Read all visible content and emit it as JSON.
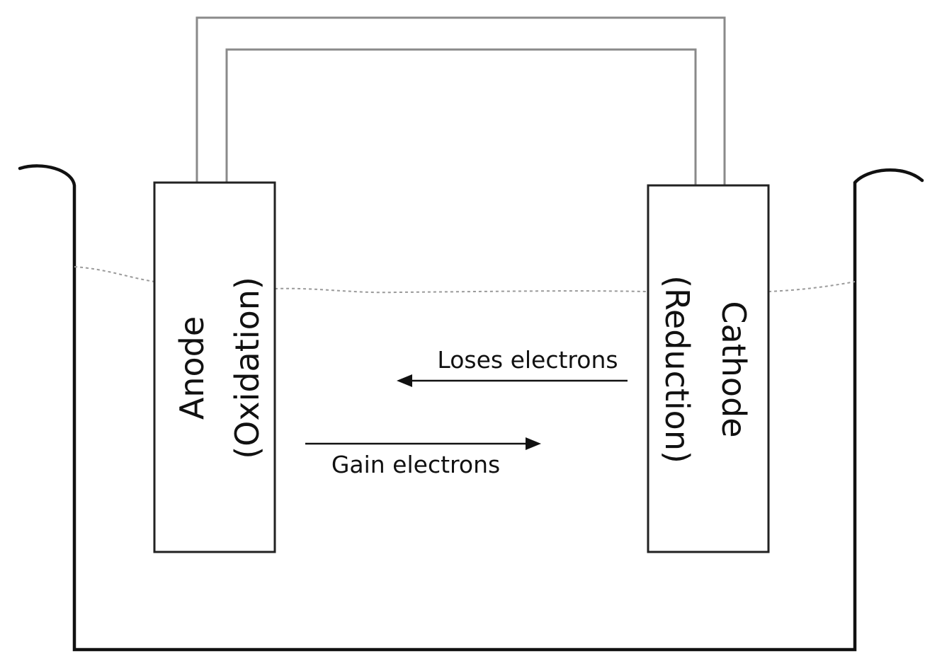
{
  "diagram": {
    "anode": {
      "name": "Anode",
      "process": "(Oxidation)"
    },
    "cathode": {
      "name": "Cathode",
      "process": "(Reduction)"
    },
    "arrows": {
      "loses_label": "Loses electrons",
      "gain_label": "Gain electrons"
    },
    "colors": {
      "outline": "#111111",
      "wire_outer": "#8a8a8a",
      "wire_inner": "#8a8a8a",
      "electrolyte_line": "#9a9a9a"
    }
  }
}
